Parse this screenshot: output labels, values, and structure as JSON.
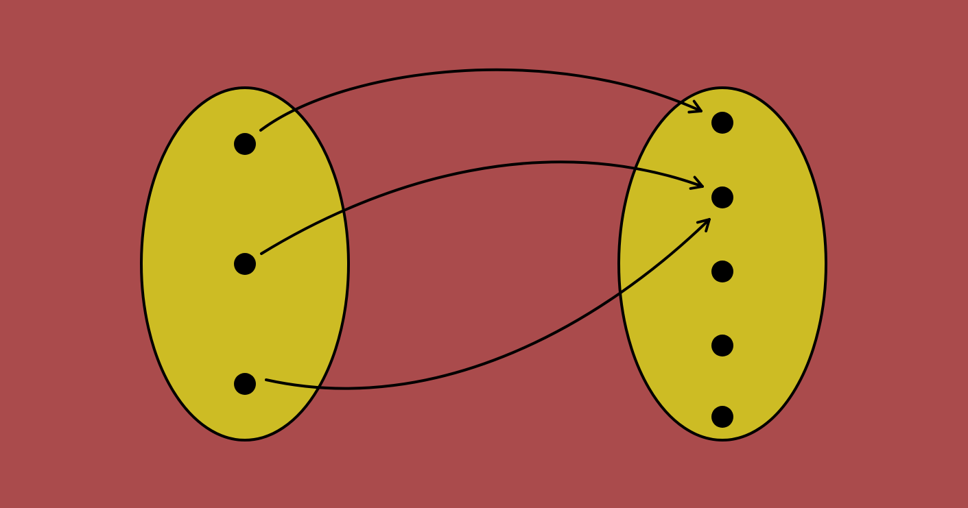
{
  "colors": {
    "background": "#aa4b4c",
    "set_fill": "#cdbc24",
    "stroke": "#000000",
    "point": "#000000"
  },
  "diagram": {
    "type": "function-mapping",
    "sets": [
      {
        "id": "domain",
        "point_count": 3
      },
      {
        "id": "codomain",
        "point_count": 5
      }
    ],
    "mappings": [
      {
        "from": 0,
        "to": 0
      },
      {
        "from": 1,
        "to": 1
      },
      {
        "from": 2,
        "to": 1
      }
    ]
  }
}
